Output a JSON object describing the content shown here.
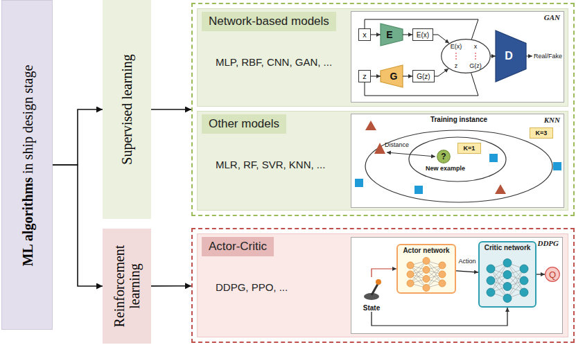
{
  "diagram": {
    "nodes": [
      {
        "text": [
          "ML algorithms",
          "in ship design stage"
        ]
      },
      {
        "text": [
          "Supervised learning"
        ]
      },
      {
        "text": [
          "Reinforcement learning"
        ]
      },
      {
        "text": []
      },
      {
        "text": [
          "Network-based models",
          "MLP, RBF, CNN, GAN, ..."
        ],
        "in": 3
      },
      {
        "text": [
          "GAN"
        ],
        "in": 4
      },
      {
        "text": [
          "x"
        ],
        "in": 5
      },
      {
        "text": [
          "E"
        ],
        "in": 5
      },
      {
        "text": [
          "E(x)"
        ],
        "in": 5
      },
      {
        "text": [
          "z"
        ],
        "in": 5
      },
      {
        "text": [
          "G"
        ],
        "in": 5
      },
      {
        "text": [
          "G(z)"
        ],
        "in": 5
      },
      {
        "text": [
          "E(x)",
          "x",
          "z",
          "G(z)"
        ],
        "in": 5
      },
      {
        "text": [
          "D"
        ],
        "in": 5
      },
      {
        "text": [
          "Other models",
          "MLR, RF, SVR, KNN, ..."
        ],
        "in": 3
      },
      {
        "text": [
          "KNN"
        ],
        "in": 14
      },
      {
        "text": [
          "K=3"
        ],
        "in": 15
      },
      {
        "text": [
          "K=1"
        ],
        "in": 15
      },
      {
        "text": [
          "?"
        ],
        "in": 15
      },
      {
        "text": []
      },
      {
        "text": [
          "Actor-Critic",
          "DDPG, PPO, ..."
        ],
        "in": 19
      },
      {
        "text": [
          "DDPG"
        ],
        "in": 20
      },
      {
        "text": [
          "State"
        ],
        "in": 21
      },
      {
        "text": [
          "Actor network"
        ],
        "in": 21
      },
      {
        "text": [
          "Critic network"
        ],
        "in": 21
      },
      {
        "text": [
          "Q"
        ],
        "in": 21
      }
    ],
    "edges": [
      {
        "from": 0,
        "to": 1,
        "arrow": "to"
      },
      {
        "from": 0,
        "to": 2,
        "arrow": "to"
      },
      {
        "from": 1,
        "to": 3,
        "arrow": "to"
      },
      {
        "from": 2,
        "to": 19,
        "arrow": "to"
      },
      {
        "from": 6,
        "to": 7,
        "arrow": "to"
      },
      {
        "from": 7,
        "to": 8,
        "arrow": "to"
      },
      {
        "from": 9,
        "to": 10,
        "arrow": "to"
      },
      {
        "from": 10,
        "to": 11,
        "arrow": "to"
      },
      {
        "from": 8,
        "to": 12,
        "arrow": "to"
      },
      {
        "from": 11,
        "to": 12,
        "arrow": "to"
      },
      {
        "from": 6,
        "to": 12,
        "arrow": "none"
      },
      {
        "from": 9,
        "to": 12,
        "arrow": "none"
      },
      {
        "from": 12,
        "to": 13,
        "arrow": "to"
      },
      {
        "from": 22,
        "to": 23,
        "arrow": "to"
      },
      {
        "from": 23,
        "to": 24,
        "label": "Action",
        "arrow": "to"
      },
      {
        "from": 22,
        "to": 24,
        "arrow": "to"
      },
      {
        "from": 24,
        "to": 25,
        "arrow": "to"
      }
    ],
    "labels": [
      "Real/Fake",
      "Training instance",
      "Distance",
      "New example"
    ]
  }
}
